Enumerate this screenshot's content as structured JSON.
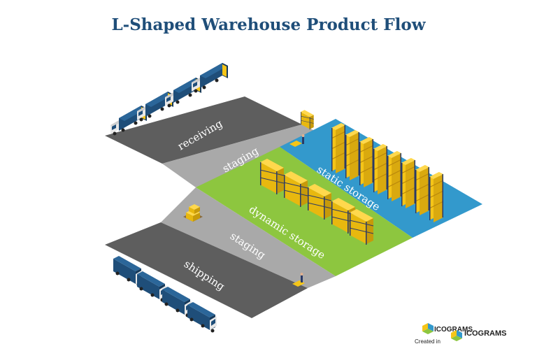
{
  "title": "L-Shaped Warehouse Product Flow",
  "zones": {
    "receiving": "receiving",
    "staging_top": "staging",
    "static_storage": "static storage",
    "dynamic_storage": "dynamic storage",
    "staging_bottom": "staging",
    "shipping": "shipping"
  },
  "colors": {
    "dock": "#5e5e5e",
    "staging": "#a9a9a9",
    "static_storage": "#3399cc",
    "dynamic_storage": "#8dc63f",
    "truck": "#1f4e79",
    "rack": "#4a5a7a",
    "box": "#f5c518"
  },
  "logo": {
    "brand_top": "ICOGRAMS",
    "created_in": "Created in",
    "brand_bottom": "ICOGRAMS"
  }
}
